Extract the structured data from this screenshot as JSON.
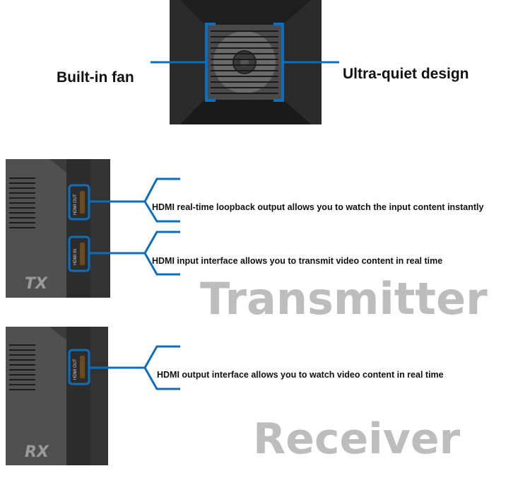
{
  "fan_section": {
    "left_label": "Built-in fan",
    "right_label": "Ultra-quiet design"
  },
  "transmitter": {
    "title": "Transmitter",
    "device_label": "TX",
    "ports": [
      {
        "label": "HDMI OUT",
        "description": "HDMI real-time loopback output allows you to watch the input content instantly"
      },
      {
        "label": "HDMI IN",
        "description": "HDMI input interface allows you to transmit video content in real time"
      }
    ]
  },
  "receiver": {
    "title": "Receiver",
    "device_label": "RX",
    "ports": [
      {
        "label": "HDMI OUT",
        "description": "HDMI output interface allows you to watch video content in real time"
      }
    ]
  },
  "colors": {
    "accent": "#0a6fc2",
    "device": "#3a3a3a",
    "watermark": "#bdbdbd"
  }
}
